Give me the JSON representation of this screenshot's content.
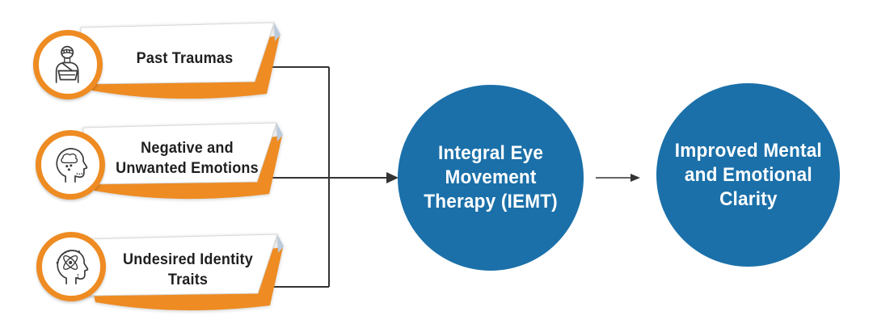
{
  "diagram": {
    "title": "IEMT flow diagram",
    "colors": {
      "accent_orange": "#ee8b22",
      "node_blue": "#1b70a9",
      "connector_dark": "#333333",
      "banner_fold_blue": "#b9cbdc",
      "text_dark": "#1f1f1f",
      "text_light": "#ffffff"
    },
    "inputs": [
      {
        "icon": "injured-person-icon",
        "lines": [
          "Past Traumas"
        ]
      },
      {
        "icon": "head-rain-cloud-icon",
        "lines": [
          "Negative and",
          "Unwanted Emotions"
        ]
      },
      {
        "icon": "head-atom-icon",
        "lines": [
          "Undesired Identity",
          "Traits"
        ]
      }
    ],
    "process_node": {
      "lines": [
        "Integral Eye",
        "Movement",
        "Therapy (IEMT)"
      ]
    },
    "outcome_node": {
      "lines": [
        "Improved Mental",
        "and Emotional",
        "Clarity"
      ]
    }
  }
}
